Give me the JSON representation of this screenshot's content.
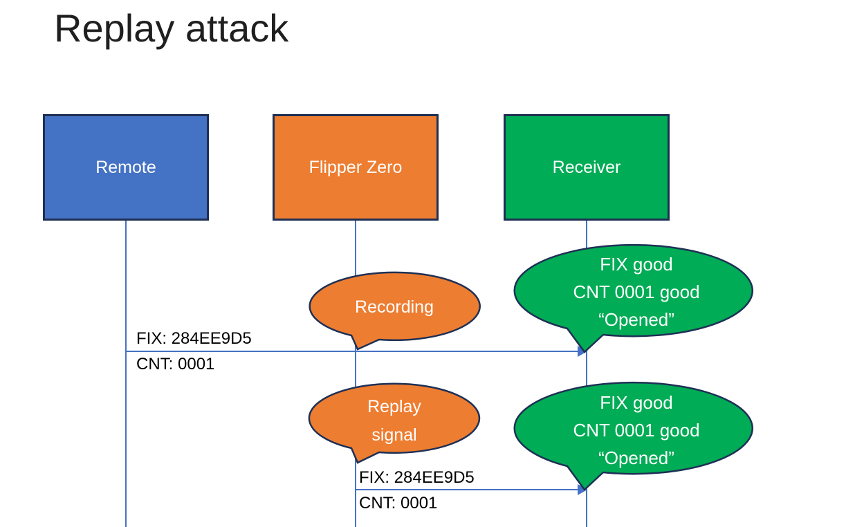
{
  "title": "Replay attack",
  "colors": {
    "actor_blue": "#4472C4",
    "actor_orange": "#ED7D31",
    "actor_green": "#00AC55",
    "shape_border": "#1e2f52",
    "connector_blue": "#4472C4",
    "text_dark": "#1f1f1f",
    "text_white": "#ffffff"
  },
  "actors": [
    {
      "label": "Remote"
    },
    {
      "label": "Flipper Zero"
    },
    {
      "label": "Receiver"
    }
  ],
  "messages": [
    {
      "line1": "FIX: 284EE9D5",
      "line2": "CNT: 0001"
    },
    {
      "line1": "FIX: 284EE9D5",
      "line2": "CNT: 0001"
    }
  ],
  "callouts": [
    {
      "color": "orange",
      "lines": [
        "Recording"
      ]
    },
    {
      "color": "green",
      "lines": [
        "FIX good",
        "CNT 0001 good",
        "“Opened”"
      ]
    },
    {
      "color": "orange",
      "lines": [
        "Replay",
        "signal"
      ]
    },
    {
      "color": "green",
      "lines": [
        "FIX good",
        "CNT 0001 good",
        "“Opened”"
      ]
    }
  ]
}
